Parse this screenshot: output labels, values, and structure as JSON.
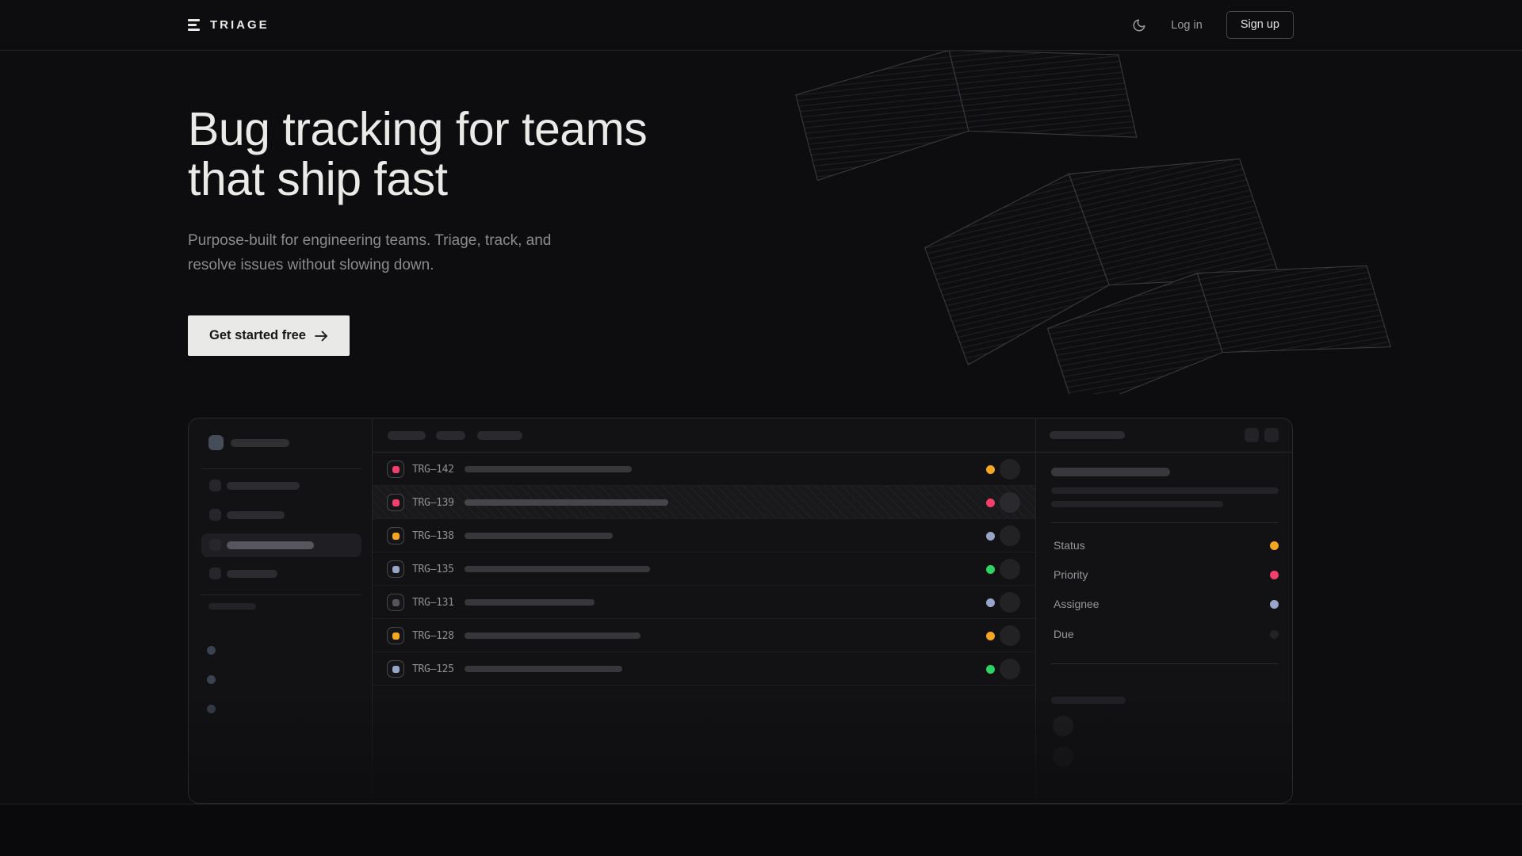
{
  "header": {
    "brand": "TRIAGE",
    "login_label": "Log in",
    "signup_label": "Sign up"
  },
  "hero": {
    "heading_line1": "Bug tracking for teams",
    "heading_line2": "that ship fast",
    "subtitle_line1": "Purpose-built for engineering teams. Triage, track, and",
    "subtitle_line2": "resolve issues without slowing down.",
    "cta_label": "Get started free"
  },
  "app_mock": {
    "issues": [
      {
        "id": "TRG–142",
        "icon_color": "#f23f6b",
        "title_width": 211,
        "status_color": "#f5a71f"
      },
      {
        "id": "TRG–139",
        "icon_color": "#f23f6b",
        "title_width": 257,
        "status_color": "#f23f6b"
      },
      {
        "id": "TRG–138",
        "icon_color": "#f5a71f",
        "title_width": 187,
        "status_color": "#97a6c8"
      },
      {
        "id": "TRG–135",
        "icon_color": "#97a6c8",
        "title_width": 234,
        "status_color": "#2bd564"
      },
      {
        "id": "TRG–131",
        "icon_color": "#55565a",
        "title_width": 164,
        "status_color": "#97a6c8"
      },
      {
        "id": "TRG–128",
        "icon_color": "#f5a71f",
        "title_width": 222,
        "status_color": "#f5a71f"
      },
      {
        "id": "TRG–125",
        "icon_color": "#97a6c8",
        "title_width": 199,
        "status_color": "#2bd564"
      }
    ],
    "detail_fields": [
      {
        "label": "Status",
        "dot_color": "#f5a71f"
      },
      {
        "label": "Priority",
        "dot_color": "#f23f6b"
      },
      {
        "label": "Assignee",
        "dot_color": "#97a6c8"
      },
      {
        "label": "Due",
        "dot_color": "#232327"
      }
    ]
  },
  "colors": {
    "amber": "#f5a71f",
    "pink": "#f23f6b",
    "green": "#2bd564",
    "slate": "#97a6c8",
    "cta_bg": "#e9e9e7",
    "page_bg": "#0d0d0f"
  }
}
